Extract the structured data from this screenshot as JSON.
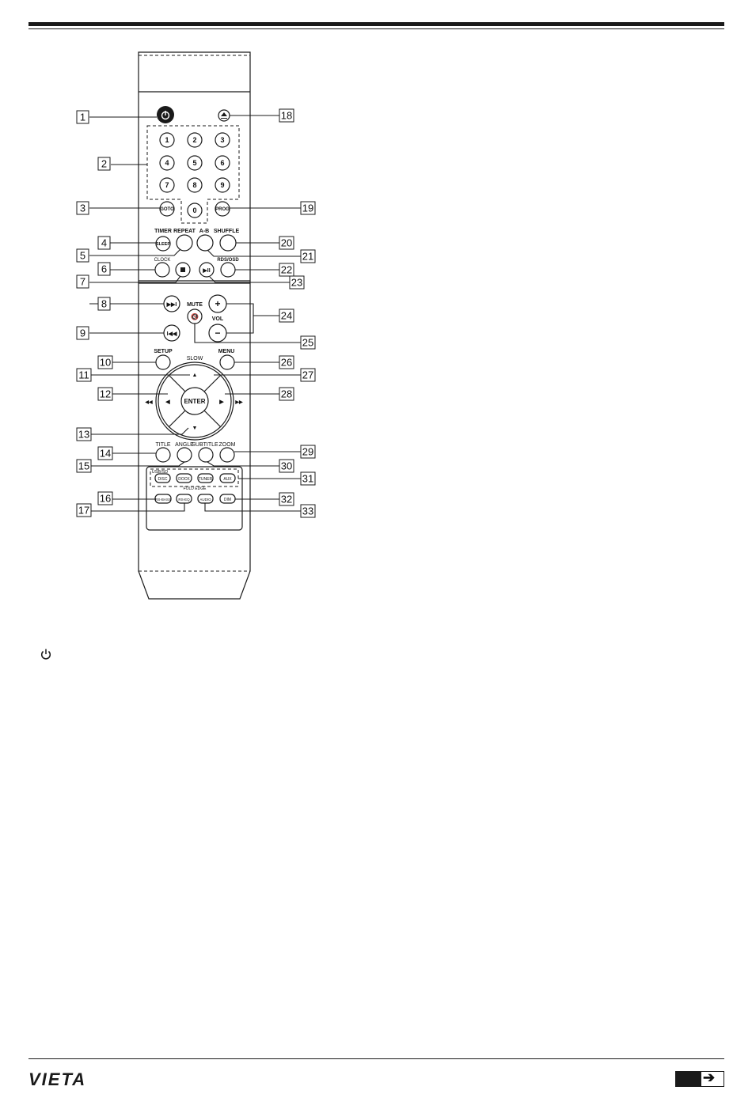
{
  "callouts": [
    "1",
    "2",
    "3",
    "4",
    "5",
    "6",
    "7",
    "8",
    "9",
    "10",
    "11",
    "12",
    "13",
    "14",
    "15",
    "16",
    "17",
    "18",
    "19",
    "20",
    "21",
    "22",
    "23",
    "24",
    "25",
    "26",
    "27",
    "28",
    "29",
    "30",
    "31",
    "32",
    "33"
  ],
  "buttons": {
    "digits": [
      "1",
      "2",
      "3",
      "4",
      "5",
      "6",
      "7",
      "8",
      "9",
      "0"
    ],
    "goto": "GOTO",
    "prog": "PROG",
    "timer": "TIMER",
    "sleep": "SLEEP",
    "repeat": "REPEAT",
    "ab": "A-B",
    "shuffle": "SHUFFLE",
    "clock": "CLOCK",
    "rds_osd": "RDS/OSD",
    "mute": "MUTE",
    "vol": "VOL",
    "vol_plus": "+",
    "vol_minus": "−",
    "setup": "SETUP",
    "menu": "MENU",
    "slow": "SLOW",
    "enter": "ENTER",
    "title": "TITLE",
    "angle": "ANGLE",
    "subtitle": "SUBTITLE",
    "zoom": "ZOOM",
    "usb_sd": "USB/SD",
    "disc": "DISC",
    "dock": "DOCK",
    "tuner": "TUNER",
    "aux": "AUX",
    "fold_edge": "FOLD EDGE",
    "rs_bass": "RS-BASS",
    "rs_eq": "RS-EQ",
    "audio": "AUDIO",
    "dim": "DIM"
  },
  "footer": {
    "logo": "VIETA",
    "next_arrow": "➔"
  }
}
